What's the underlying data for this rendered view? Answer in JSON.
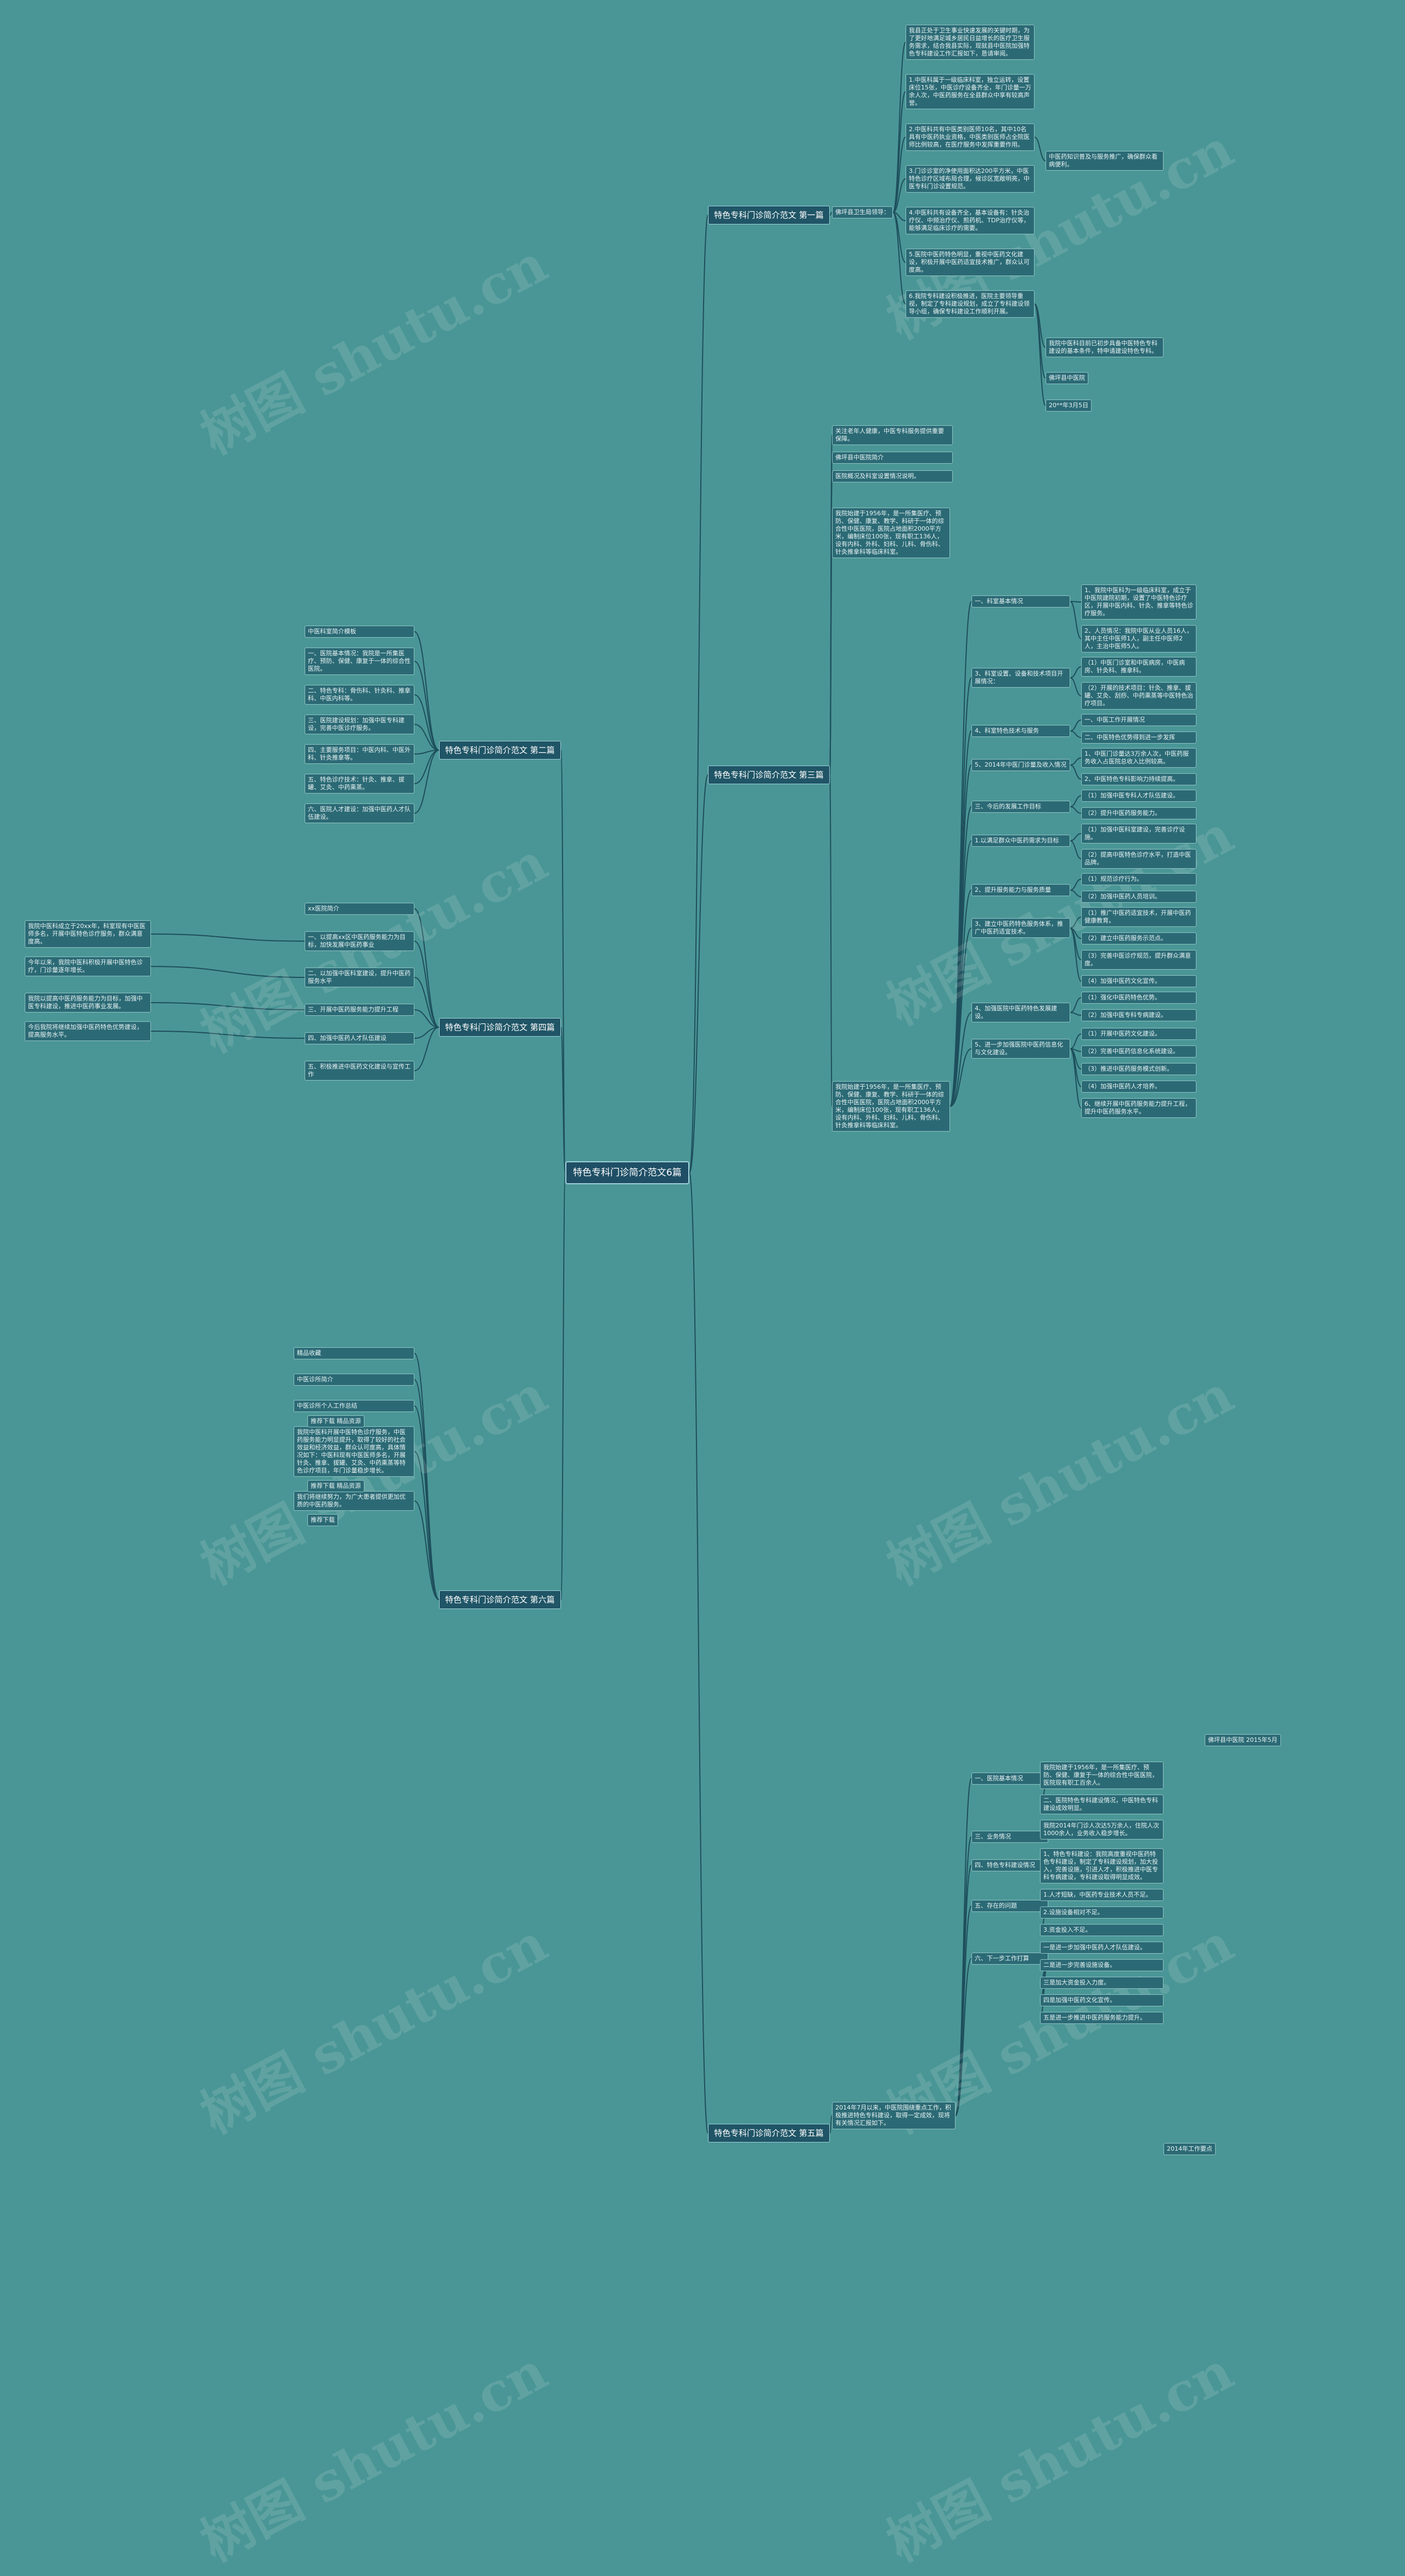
{
  "watermark": "树图 shutu.cn",
  "root": "特色专科门诊简介范文6篇",
  "branches": [
    {
      "title": "特色专科门诊简介范文 第一篇",
      "side": "right"
    },
    {
      "title": "特色专科门诊简介范文 第三篇",
      "side": "right"
    },
    {
      "title": "特色专科门诊简介范文 第五篇",
      "side": "right"
    },
    {
      "title": "特色专科门诊简介范文 第二篇",
      "side": "left"
    },
    {
      "title": "特色专科门诊简介范文 第四篇",
      "side": "left"
    },
    {
      "title": "特色专科门诊简介范文 第六篇",
      "side": "left"
    }
  ],
  "b1": {
    "sub": "佛坪县卫生局领导：",
    "items": [
      "我县正处于卫生事业快速发展的关键时期，为了更好地满足城乡居民日益增长的医疗卫生服务需求，结合我县实际，现就县中医院加强特色专科建设工作汇报如下，恳请审阅。",
      "1.中医科属于一级临床科室，独立运转，设置床位15张，中医诊疗设备齐全，年门诊量一万余人次，中医药服务在全县群众中享有较高声誉。",
      "2.中医科共有中医类别医师10名，其中10名具有中医药执业资格，中医类别医师占全院医师比例较高，在医疗服务中发挥重要作用。",
      "3.门诊诊室的净使用面积达200平方米，中医特色诊疗区域布局合理，候诊区宽敞明亮，中医专科门诊设置规范。",
      "4.中医科共有设备齐全，基本设备有：针灸治疗仪、中频治疗仪、煎药机、TDP治疗仪等，能够满足临床诊疗的需要。",
      "5.医院中医药特色明显，重视中医药文化建设，积极开展中医药适宜技术推广，群众认可度高。",
      "6.我院专科建设积极推进，医院主要领导重视，制定了专科建设规划，成立了专科建设领导小组，确保专科建设工作顺利开展。"
    ],
    "note1": "中医药知识普及与服务推广，确保群众看病便利。",
    "note2": "我院中医科目前已初步具备中医特色专科建设的基本条件，特申请建设特色专科。",
    "sign": "佛坪县中医院",
    "date": "20**年3月5日"
  },
  "b3": {
    "intro": [
      "关注老年人健康，中医专科服务提供重要保障。",
      "佛坪县中医院简介",
      "医院概况及科室设置情况说明。"
    ],
    "summary": "我院始建于1956年，是一所集医疗、预防、保健、康复、教学、科研于一体的综合性中医医院，医院占地面积2000平方米，编制床位100张，现有职工136人，设有内科、外科、妇科、儿科、骨伤科、针灸推拿科等临床科室。",
    "groups": [
      {
        "label": "一、科室基本情况",
        "items": [
          "1、我院中医科为一级临床科室，成立于中医院建院初期，设置了中医特色诊疗区，开展中医内科、针灸、推拿等特色诊疗服务。",
          "2、人员情况：我院中医从业人员16人，其中主任中医师1人，副主任中医师2人，主治中医师5人。"
        ]
      },
      {
        "label": "3、科室设置、设备和技术项目开展情况：",
        "items": [
          "（1）中医门诊室和中医病房，中医病房、针灸科、推拿科。",
          "（2）开展的技术项目：针灸、推拿、拔罐、艾灸、刮痧、中药熏蒸等中医特色治疗项目。"
        ]
      },
      {
        "label": "4、科室特色技术与服务",
        "items": [
          "一、中医工作开展情况",
          "二、中医特色优势得到进一步发挥"
        ]
      },
      {
        "label": "5、2014年中医门诊量及收入情况",
        "items": [
          "1、中医门诊量达3万余人次，中医药服务收入占医院总收入比例较高。",
          "2、中医特色专科影响力持续提高。"
        ]
      },
      {
        "label": "三、今后的发展工作目标",
        "items": [
          "（1）加强中医专科人才队伍建设。",
          "（2）提升中医药服务能力。"
        ]
      },
      {
        "label": "1.以满足群众中医药需求为目标",
        "items": [
          "（1）加强中医科室建设，完善诊疗设施。",
          "（2）提高中医特色诊疗水平，打造中医品牌。"
        ]
      },
      {
        "label": "2、提升服务能力与服务质量",
        "items": [
          "（1）规范诊疗行为。",
          "（2）加强中医药人员培训。"
        ]
      },
      {
        "label": "3、建立中医药特色服务体系，推广中医药适宜技术。",
        "items": [
          "（1）推广中医药适宜技术，开展中医药健康教育。",
          "（2）建立中医药服务示范点。",
          "（3）完善中医诊疗规范，提升群众满意度。",
          "（4）加强中医药文化宣传。"
        ]
      },
      {
        "label": "4、加强医院中医药特色发展建设。",
        "items": [
          "（1）强化中医药特色优势。",
          "（2）加强中医专科专病建设。"
        ]
      },
      {
        "label": "5、进一步加强医院中医药信息化与文化建设。",
        "items": [
          "（1）开展中医药文化建设。",
          "（2）完善中医药信息化系统建设。",
          "（3）推进中医药服务模式创新。",
          "（4）加强中医药人才培养。",
          "6、继续开展中医药服务能力提升工程，提升中医药服务水平。"
        ]
      }
    ],
    "tail": "佛坪县中医院 2015年5月"
  },
  "b5": {
    "summary": "2014年7月以来，中医院围绕重点工作，积极推进特色专科建设，取得一定成效，现将有关情况汇报如下。",
    "groups": [
      {
        "label": "一、医院基本情况",
        "items": [
          "我院始建于1956年，是一所集医疗、预防、保健、康复于一体的综合性中医医院，医院现有职工百余人。",
          "二、医院特色专科建设情况，中医特色专科建设成效明显。"
        ]
      },
      {
        "label": "三、业务情况",
        "items": [
          "我院2014年门诊人次达5万余人，住院人次1000余人，业务收入稳步增长。"
        ]
      },
      {
        "label": "四、特色专科建设情况",
        "items": [
          "1、特色专科建设：我院高度重视中医药特色专科建设，制定了专科建设规划，加大投入，完善设施，引进人才，积极推进中医专科专病建设，专科建设取得明显成效。"
        ]
      },
      {
        "label": "五、存在的问题",
        "items": [
          "1.人才短缺，中医药专业技术人员不足。",
          "2.设施设备相对不足。",
          "3.资金投入不足。"
        ]
      },
      {
        "label": "六、下一步工作打算",
        "items": [
          "一是进一步加强中医药人才队伍建设。",
          "二是进一步完善设施设备。",
          "三是加大资金投入力度。",
          "四是加强中医药文化宣传。",
          "五是进一步推进中医药服务能力提升。"
        ]
      }
    ],
    "badge": "2014年工作要点"
  },
  "b2": {
    "items": [
      "中医科室简介模板",
      "一、医院基本情况：我院是一所集医疗、预防、保健、康复于一体的综合性医院。",
      "二、特色专科：骨伤科、针灸科、推拿科、中医内科等。",
      "三、医院建设规划：加强中医专科建设，完善中医诊疗服务。",
      "四、主要服务项目：中医内科、中医外科、针灸推拿等。",
      "五、特色诊疗技术：针灸、推拿、拔罐、艾灸、中药熏蒸。",
      "六、医院人才建设：加强中医药人才队伍建设。"
    ]
  },
  "b4": {
    "items": [
      "xx医院简介",
      "一、以提高xx区中医药服务能力为目标，加快发展中医药事业",
      "二、以加强中医科室建设，提升中医药服务水平",
      "三、开展中医药服务能力提升工程",
      "四、加强中医药人才队伍建设",
      "五、积极推进中医药文化建设与宣传工作"
    ],
    "notes": [
      "我院中医科成立于20xx年，科室现有中医医师多名，开展中医特色诊疗服务，群众满意度高。",
      "今年以来，我院中医科积极开展中医特色诊疗，门诊量逐年增长。",
      "我院以提高中医药服务能力为目标，加强中医专科建设，推进中医药事业发展。",
      "今后我院将继续加强中医药特色优势建设，提高服务水平。"
    ]
  },
  "b6": {
    "items": [
      "精品收藏",
      "中医诊所简介",
      "中医诊所个人工作总结",
      "我院中医科开展中医特色诊疗服务，中医药服务能力明显提升，取得了较好的社会效益和经济效益，群众认可度高，具体情况如下：中医科现有中医医师多名，开展针灸、推拿、拔罐、艾灸、中药熏蒸等特色诊疗项目，年门诊量稳步增长。",
      "我们将继续努力，为广大患者提供更加优质的中医药服务。"
    ],
    "tags": [
      "推荐下载 精品资源",
      "推荐下载 精品资源",
      "推荐下载"
    ]
  }
}
